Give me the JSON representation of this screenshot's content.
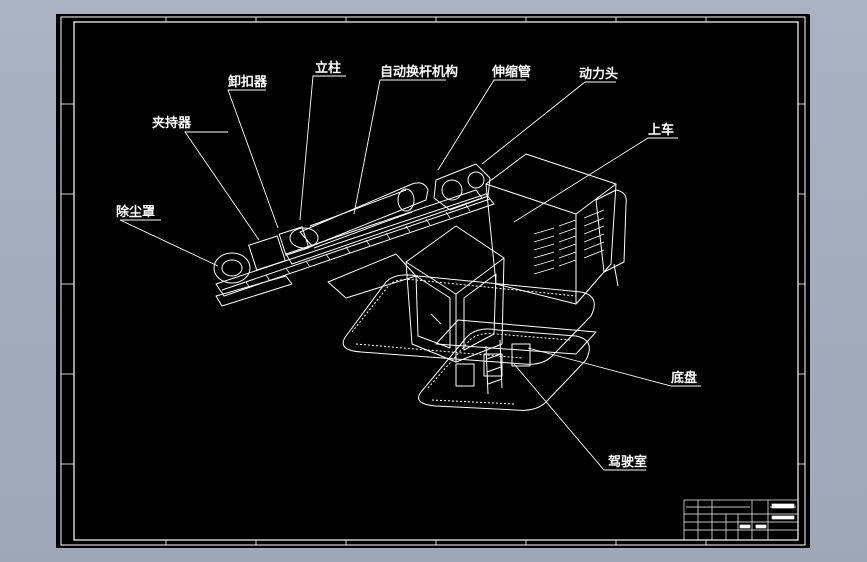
{
  "drawing": {
    "colors": {
      "background": "#000000",
      "lines": "#ffffff",
      "viewport": "#a8b0c0"
    },
    "labels": {
      "clamp": "夹持器",
      "unloader": "卸扣器",
      "column": "立柱",
      "auto_rod_changer": "自动换杆机构",
      "telescopic_tube": "伸缩管",
      "power_head": "动力头",
      "dust_cover": "除尘罩",
      "upper_car": "上车",
      "chassis": "底盘",
      "cab": "驾驶室"
    }
  }
}
